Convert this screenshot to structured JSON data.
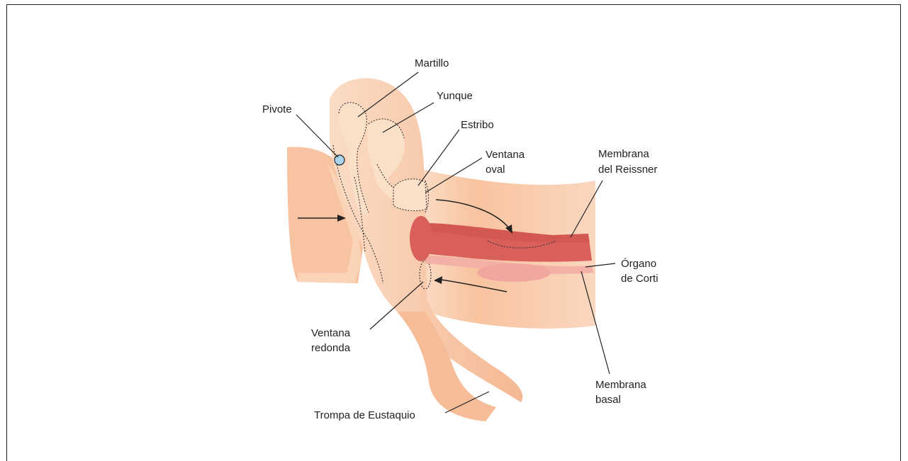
{
  "labels": {
    "martillo": "Martillo",
    "yunque": "Yunque",
    "pivote": "Pivote",
    "estribo": "Estribo",
    "ventana_oval_1": "Ventana",
    "ventana_oval_2": "oval",
    "reissner_1": "Membrana",
    "reissner_2": "del Reissner",
    "corti_1": "Órgano",
    "corti_2": "de Corti",
    "redonda_1": "Ventana",
    "redonda_2": "redonda",
    "eustaquio": "Trompa de Eustaquio",
    "basal_1": "Membrana",
    "basal_2": "basal"
  },
  "colors": {
    "tissue_light": "#f9cfb0",
    "tissue_mid": "#f5b893",
    "bone": "#f9dcc4",
    "cochlea": "#d9605a",
    "cochlea_dark": "#c94a46",
    "membrane_light": "#f1a7a0",
    "pivot": "#a9d4ec"
  }
}
